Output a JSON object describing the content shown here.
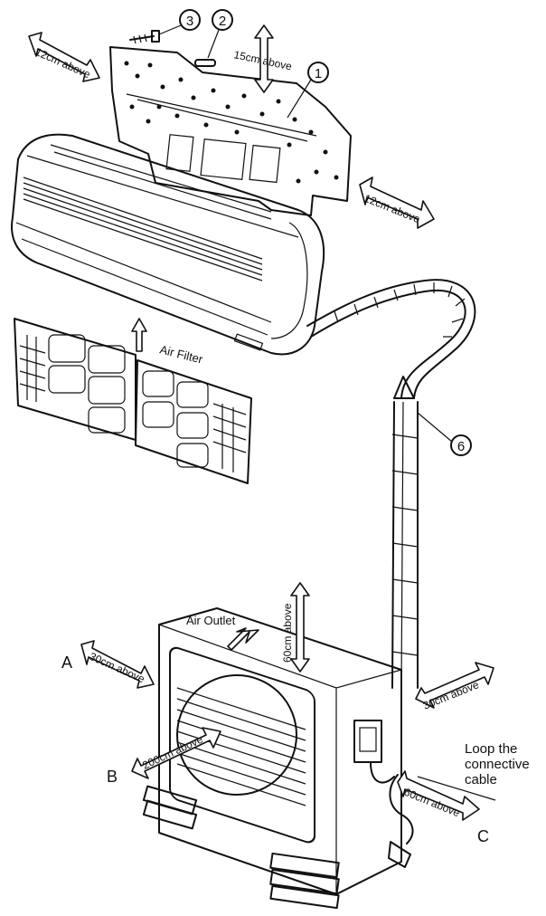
{
  "clearances": {
    "top_left": "12cm above",
    "top_center": "15cm above",
    "right_indoor": "12cm above",
    "outdoor_top": "60cm above",
    "side_a": "30cm above",
    "front_b": "200cm above",
    "right_outdoor": "30cm above",
    "rear_c": "60cm above"
  },
  "callouts": {
    "one": "1",
    "two": "2",
    "three": "3",
    "six": "6"
  },
  "letters": {
    "a": "A",
    "b": "B",
    "c": "C"
  },
  "labels": {
    "air_filter": "Air Filter",
    "air_outlet": "Air Outlet",
    "loop_line1": "Loop the",
    "loop_line2": "connective",
    "loop_line3": "cable"
  },
  "colors": {
    "ink": "#111111",
    "paper": "#ffffff"
  }
}
